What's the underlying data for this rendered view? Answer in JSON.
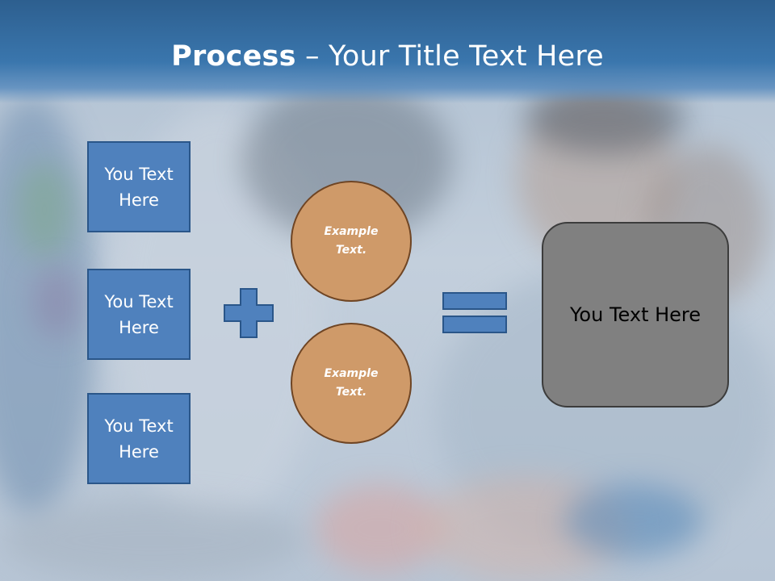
{
  "slide": {
    "title_bold": "Process",
    "title_rest": " – Your Title Text Here"
  },
  "inputs": [
    {
      "label": "You Text Here"
    },
    {
      "label": "You Text Here"
    },
    {
      "label": "You Text Here"
    }
  ],
  "circles": [
    {
      "label": "Example Text."
    },
    {
      "label": "Example Text."
    }
  ],
  "result": {
    "label": "You Text Here"
  },
  "colors": {
    "header": "#3a76ad",
    "box_fill": "#4f81bd",
    "box_border": "#2a5689",
    "circle_fill": "#cf9a69",
    "circle_border": "#6f4524",
    "result_fill": "#808080"
  },
  "icons": [
    "plus-icon",
    "equals-icon"
  ]
}
